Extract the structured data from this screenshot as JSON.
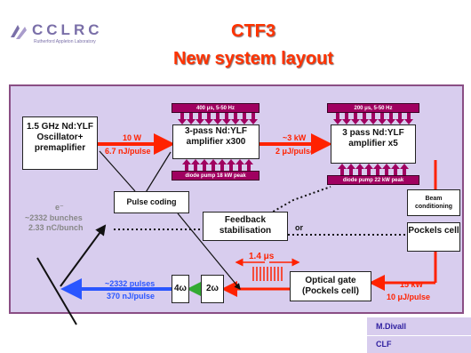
{
  "header": {
    "logo_text": "CCLRC",
    "logo_subtitle": "Rutherford Appleton Laboratory",
    "title": "CTF3",
    "subtitle": "New system layout"
  },
  "boxes": {
    "oscillator": "1.5 GHz Nd:YLF Oscillator+ premaplifier",
    "amp1": "3-pass Nd:YLF amplifier x300",
    "amp2": "3 pass Nd:YLF amplifier x5",
    "pulse_coding": "Pulse coding",
    "feedback": "Feedback stabilisation",
    "beam_conditioning": "Beam conditioning",
    "pockels_cell": "Pockels cell",
    "optical_gate": "Optical gate (Pockels cell)",
    "fourth_harmonic": "4ω",
    "second_harmonic": "2ω"
  },
  "pumps": {
    "amp1_top": "400 μs, 5-50 Hz",
    "amp1_bottom": "diode pump 18 kW peak",
    "amp2_top": "200 μs, 5-50 Hz",
    "amp2_bottom": "diode pump 22 kW peak"
  },
  "labels": {
    "power1": "10 W",
    "energy1": "6.7 nJ/pulse",
    "power2": "~3 kW",
    "energy2": "2 μJ/pulse",
    "electron": "e⁻",
    "bunches": "~2332 bunches",
    "charge": "2.33 nC/bunch",
    "or": "or",
    "gate_window": "1.4 μs",
    "power3": "15 kW",
    "energy3": "10 μJ/pulse",
    "pulses": "~2332 pulses",
    "energy_uv": "370 nJ/pulse"
  },
  "credits": {
    "author": "M.Divall",
    "org": "CLF"
  },
  "colors": {
    "laser": "#ff2200",
    "uv": "#2a56ff",
    "harmonic_green": "#33aa33",
    "pump": "#a00060",
    "panel": "#d8cdee",
    "title": "#ff3300"
  }
}
